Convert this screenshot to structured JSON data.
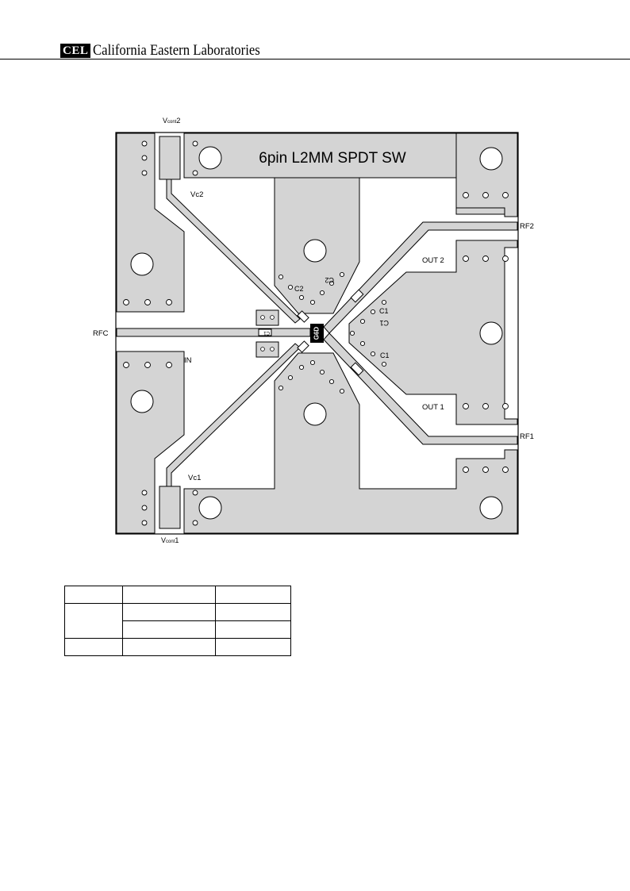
{
  "header": {
    "logo_text": "CEL",
    "company_name": "California Eastern Laboratories"
  },
  "board": {
    "title": "6pin L2MM SPDT SW",
    "labels": {
      "vcont2": "V",
      "vcont2_sub": "cont",
      "vcont2_num": "2",
      "vcont1": "V",
      "vcont1_sub": "cont",
      "vcont1_num": "1",
      "vc2": "Vc2",
      "vc1": "Vc1",
      "rfc": "RFC",
      "in": "IN",
      "rf2": "RF2",
      "rf1": "RF1",
      "out2": "OUT 2",
      "out1": "OUT 1",
      "c2": "C2",
      "c2_mirror": "C2",
      "c1_upper": "C1",
      "c1_upper_mirror": "C1",
      "c1_lower": "C1",
      "c1_trace": "C1",
      "chip": "G6D"
    }
  },
  "table": {
    "rows": [
      [
        "",
        "",
        ""
      ],
      [
        "",
        "",
        ""
      ],
      [
        "",
        "",
        ""
      ],
      [
        "",
        "",
        ""
      ]
    ]
  },
  "colors": {
    "copper": "#d4d4d4",
    "outline": "#000000",
    "background": "#ffffff"
  }
}
